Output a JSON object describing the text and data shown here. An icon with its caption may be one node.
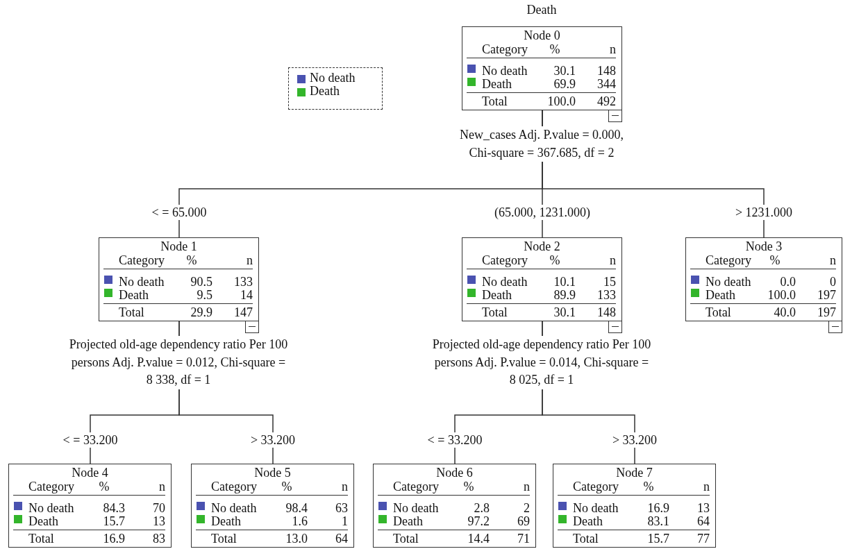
{
  "diagram": {
    "title": "Death",
    "nodes": [
      {
        "text": [
          "Node 0",
          "Category",
          "%",
          "n",
          "No death",
          "30.1",
          "148",
          "Death",
          "69.9",
          "344",
          "Total",
          "100.0",
          "492"
        ],
        "beside": [
          "New_cases Adj. P.value = 0.000, Chi-square = 367.685, df = 2"
        ]
      },
      {
        "text": [
          "Node 1",
          "Category",
          "%",
          "n",
          "No death",
          "90.5",
          "133",
          "Death",
          "9.5",
          "14",
          "Total",
          "29.9",
          "147"
        ],
        "beside": [
          "Projected old-age dependency ratio Per 100 persons Adj. P.value = 0.012, Chi-square = 8 338, df = 1"
        ]
      },
      {
        "text": [
          "Node 2",
          "Category",
          "%",
          "n",
          "No death",
          "10.1",
          "15",
          "Death",
          "89.9",
          "133",
          "Total",
          "30.1",
          "148"
        ],
        "beside": [
          "Projected old-age dependency ratio Per 100 persons Adj. P.value = 0.014, Chi-square = 8 025, df = 1"
        ]
      },
      {
        "text": [
          "Node 3",
          "Category",
          "%",
          "n",
          "No death",
          "0.0",
          "0",
          "Death",
          "100.0",
          "197",
          "Total",
          "40.0",
          "197"
        ]
      },
      {
        "text": [
          "Node 4",
          "Category",
          "%",
          "n",
          "No death",
          "84.3",
          "70",
          "Death",
          "15.7",
          "13",
          "Total",
          "16.9",
          "83"
        ]
      },
      {
        "text": [
          "Node 5",
          "Category",
          "%",
          "n",
          "No death",
          "98.4",
          "63",
          "Death",
          "1.6",
          "1",
          "Total",
          "13.0",
          "64"
        ]
      },
      {
        "text": [
          "Node 6",
          "Category",
          "%",
          "n",
          "No death",
          "2.8",
          "2",
          "Death",
          "97.2",
          "69",
          "Total",
          "14.4",
          "71"
        ]
      },
      {
        "text": [
          "Node 7",
          "Category",
          "%",
          "n",
          "No death",
          "16.9",
          "13",
          "Death",
          "83.1",
          "64",
          "Total",
          "15.7",
          "77"
        ]
      }
    ],
    "edges": [
      {
        "from": 0,
        "to": 1,
        "arrow": "none",
        "label": "< = 65.000"
      },
      {
        "from": 0,
        "to": 2,
        "arrow": "none",
        "label": "(65.000, 1231.000)"
      },
      {
        "from": 0,
        "to": 3,
        "arrow": "none",
        "label": "> 1231.000"
      },
      {
        "from": 1,
        "to": 4,
        "arrow": "none",
        "label": "< = 33.200"
      },
      {
        "from": 1,
        "to": 5,
        "arrow": "none",
        "label": "> 33.200"
      },
      {
        "from": 2,
        "to": 6,
        "arrow": "none",
        "label": "< = 33.200"
      },
      {
        "from": 2,
        "to": 7,
        "arrow": "none",
        "label": "> 33.200"
      }
    ],
    "legend": [
      {
        "text": "No death",
        "color": "#4a52b0"
      },
      {
        "text": "Death",
        "color": "#33b52b"
      }
    ]
  }
}
